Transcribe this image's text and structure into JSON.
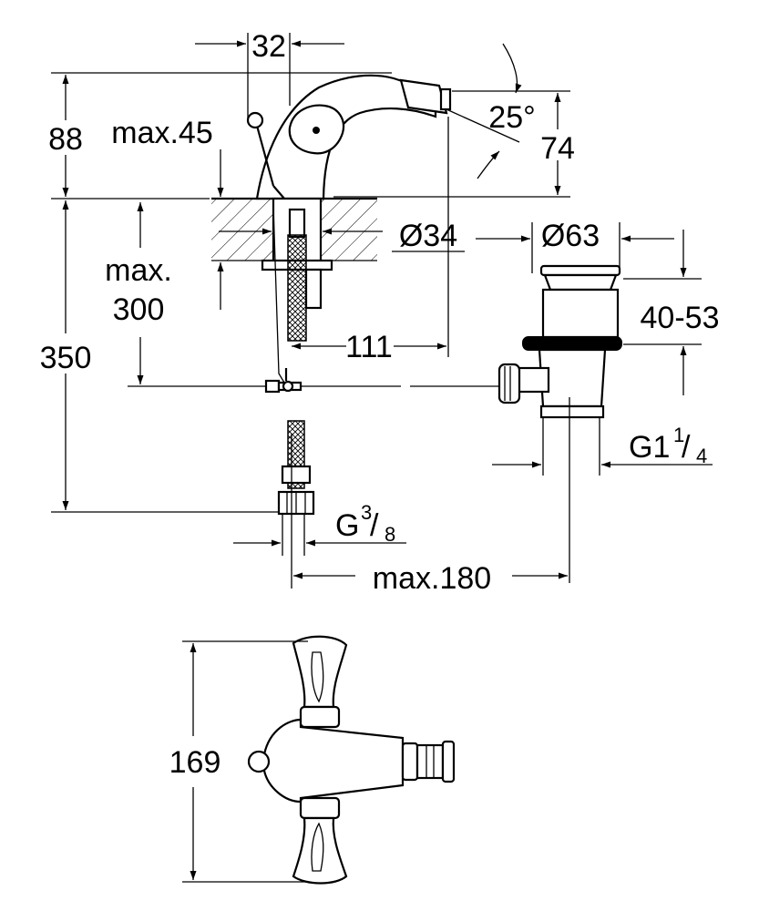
{
  "dimensions": {
    "d32": "32",
    "d88": "88",
    "max45": "max.45",
    "angle25": "25°",
    "d74": "74",
    "dia34": "Ø34",
    "dia63": "Ø63",
    "max": "max.",
    "d300": "300",
    "d350": "350",
    "d4053": "40-53",
    "d111": "111",
    "g114_main": "G1",
    "g114_num": "1",
    "g114_den": "4",
    "g38_main": "G",
    "g38_num": "3",
    "g38_den": "8",
    "max180": "max.180",
    "d169": "169"
  }
}
